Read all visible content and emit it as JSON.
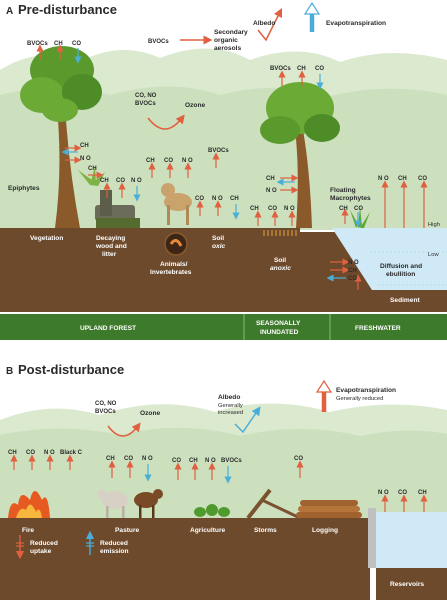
{
  "panel_a": {
    "letter": "A",
    "title": "Pre-disturbance",
    "albedo": "Albedo",
    "evapotranspiration": "Evapotranspiration",
    "secondary_aerosols": [
      "Secondary",
      "organic",
      "aerosols"
    ],
    "bvocs": "BVOCs",
    "ozone_precursors": [
      "CO, NO",
      "BVOCs"
    ],
    "ozone": "Ozone",
    "gas_canopy": [
      "BVOCs",
      "CH",
      "CO"
    ],
    "gas_stem": [
      "CH",
      "N O"
    ],
    "epiphytes": "Epiphytes",
    "gas_epiphyte": "CH",
    "gas_wood": [
      "CH",
      "CO",
      "N O"
    ],
    "gas_animal": [
      "CH",
      "CO",
      "N O"
    ],
    "gas_soil_oxic": [
      "CO",
      "N O",
      "CH"
    ],
    "vegetation": "Vegetation",
    "decaying": [
      "Decaying",
      "wood and",
      "litter"
    ],
    "animals": [
      "Animals/",
      "Invertebrates"
    ],
    "soil": "Soil",
    "oxic": "oxic",
    "gas_wetland_tree": [
      "BVOCs",
      "CH",
      "CO"
    ],
    "gas_right_tree": [
      "CH",
      "N O"
    ],
    "bvocs_right": "BVOCs",
    "gas_right_soil": [
      "CH",
      "CO",
      "N O"
    ],
    "floating": [
      "Floating",
      "Macrophytes"
    ],
    "gas_floating": [
      "CH",
      "CO"
    ],
    "gas_water": [
      "N O",
      "CH",
      "CO"
    ],
    "high": "High",
    "low": "Low",
    "soil_anoxic": [
      "Soil",
      "anoxic"
    ],
    "sediment_gas": [
      "N O",
      "CH",
      "CO"
    ],
    "diffusion": [
      "Diffusion and",
      "ebullition"
    ],
    "sediment": "Sediment",
    "upland": "UPLAND FOREST",
    "seasonal": [
      "SEASONALLY",
      "INUNDATED"
    ],
    "freshwater": "FRESHWATER"
  },
  "panel_b": {
    "letter": "B",
    "title": "Post-disturbance",
    "albedo": "Albedo",
    "albedo_note": [
      "Generally",
      "increased"
    ],
    "evapotranspiration": "Evapotranspiration",
    "evap_note": "Generally reduced",
    "ozone_precursors": [
      "CO, NO",
      "BVOCs"
    ],
    "ozone": "Ozone",
    "gas_fire": [
      "CH",
      "CO",
      "N O",
      "Black C"
    ],
    "gas_pasture": [
      "CH",
      "CO",
      "N O"
    ],
    "gas_agri": [
      "CO",
      "CH",
      "N O",
      "BVOCs"
    ],
    "gas_storm": "CO",
    "gas_reservoir": [
      "N O",
      "CO",
      "CH"
    ],
    "fire": "Fire",
    "pasture": "Pasture",
    "agriculture": "Agriculture",
    "storms": "Storms",
    "logging": "Logging",
    "reservoirs": "Reservoirs",
    "reduced_uptake": [
      "Reduced",
      "uptake"
    ],
    "reduced_emission": [
      "Reduced",
      "emission"
    ]
  },
  "colors": {
    "up_arrow": "#e0603f",
    "down_arrow": "#4aaed8",
    "hill": "#c6dcb6",
    "ground": "#6e4a2c",
    "strip": "#3e7a2c",
    "water": "#cfe9f6"
  }
}
